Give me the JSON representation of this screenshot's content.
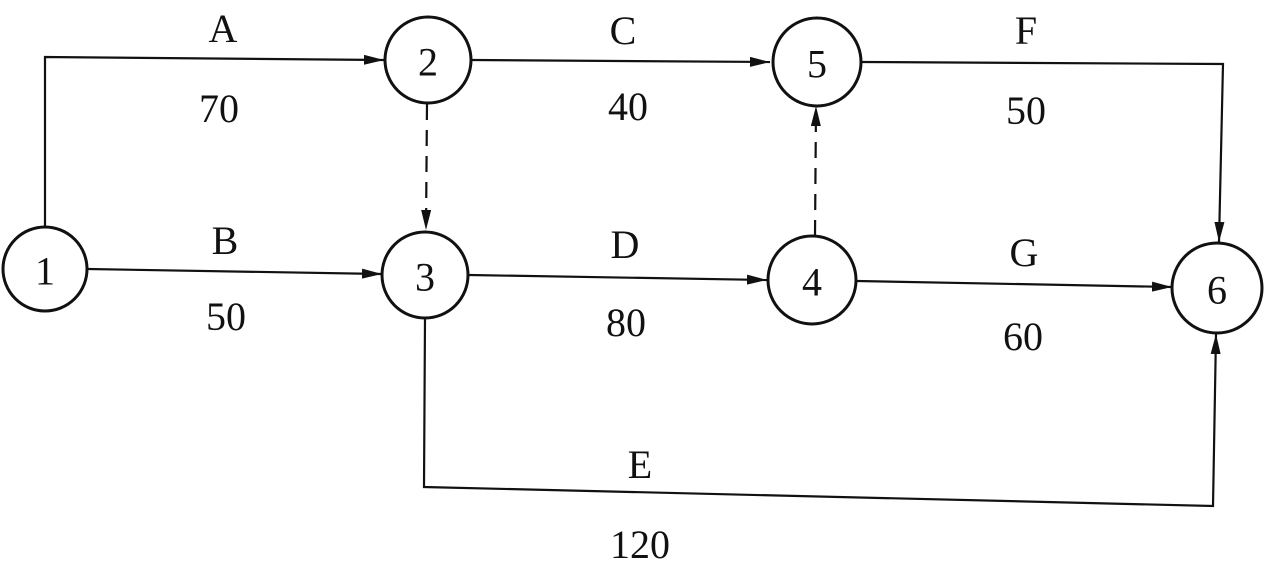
{
  "diagram": {
    "type": "activity-on-arrow network",
    "nodes": [
      {
        "id": "1",
        "label": "1"
      },
      {
        "id": "2",
        "label": "2"
      },
      {
        "id": "3",
        "label": "3"
      },
      {
        "id": "4",
        "label": "4"
      },
      {
        "id": "5",
        "label": "5"
      },
      {
        "id": "6",
        "label": "6"
      }
    ],
    "activities": [
      {
        "name": "A",
        "duration": "70",
        "from": "1",
        "to": "2"
      },
      {
        "name": "B",
        "duration": "50",
        "from": "1",
        "to": "3"
      },
      {
        "name": "C",
        "duration": "40",
        "from": "2",
        "to": "5"
      },
      {
        "name": "D",
        "duration": "80",
        "from": "3",
        "to": "4"
      },
      {
        "name": "E",
        "duration": "120",
        "from": "3",
        "to": "6"
      },
      {
        "name": "F",
        "duration": "50",
        "from": "5",
        "to": "6"
      },
      {
        "name": "G",
        "duration": "60",
        "from": "4",
        "to": "6"
      }
    ],
    "dummies": [
      {
        "from": "2",
        "to": "3"
      },
      {
        "from": "4",
        "to": "5"
      }
    ]
  }
}
